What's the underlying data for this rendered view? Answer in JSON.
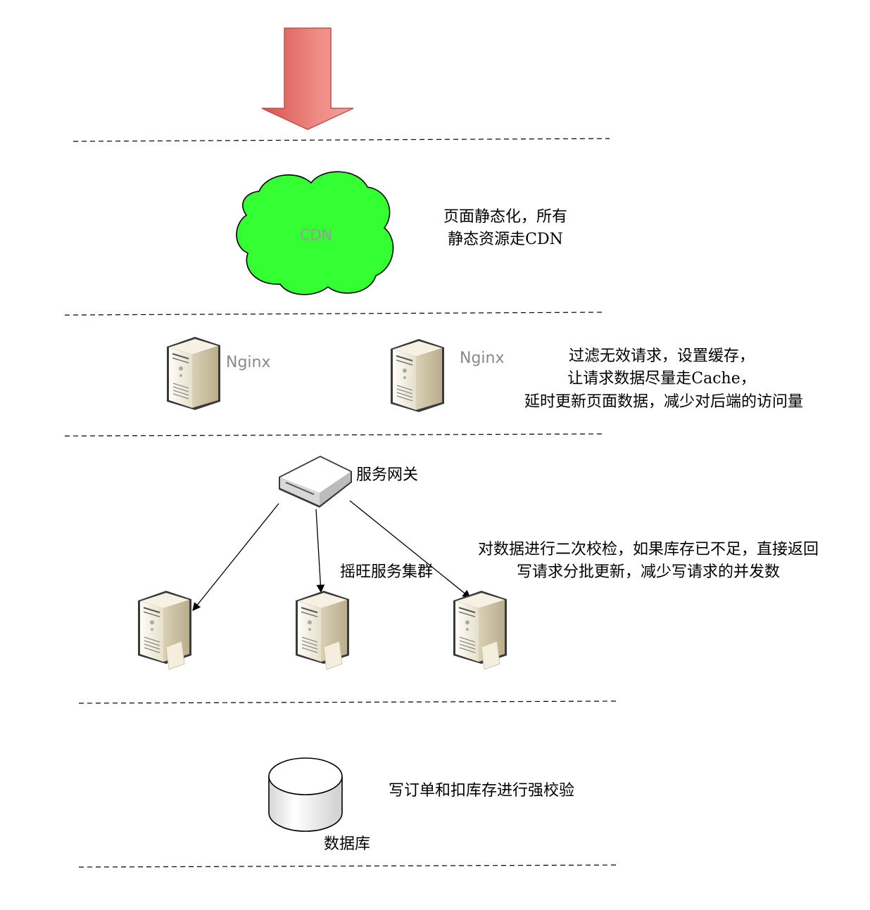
{
  "cdn": {
    "label": "CDN"
  },
  "notes": {
    "cdn_line1": "页面静态化，所有",
    "cdn_line2": "静态资源走CDN",
    "nginx_line1": "过滤无效请求，设置缓存，",
    "nginx_line2": "让请求数据尽量走Cache，",
    "nginx_line3": "延时更新页面数据，减少对后端的访问量",
    "service_line1": "对数据进行二次校检，如果库存已不足，直接返回",
    "service_line2": "写请求分批更新，减少写请求的并发数",
    "db_line1": "写订单和扣库存进行强校验"
  },
  "nginx": {
    "label_1": "Nginx",
    "label_2": "Nginx"
  },
  "gateway": {
    "label": "服务网关"
  },
  "cluster": {
    "label": "摇旺服务集群"
  },
  "database": {
    "label": "数据库"
  },
  "colors": {
    "arrow_fill": "#e8817b",
    "arrow_stroke": "#c0504d",
    "cloud_fill": "#33ff33",
    "server_body": "#efe8d6"
  }
}
